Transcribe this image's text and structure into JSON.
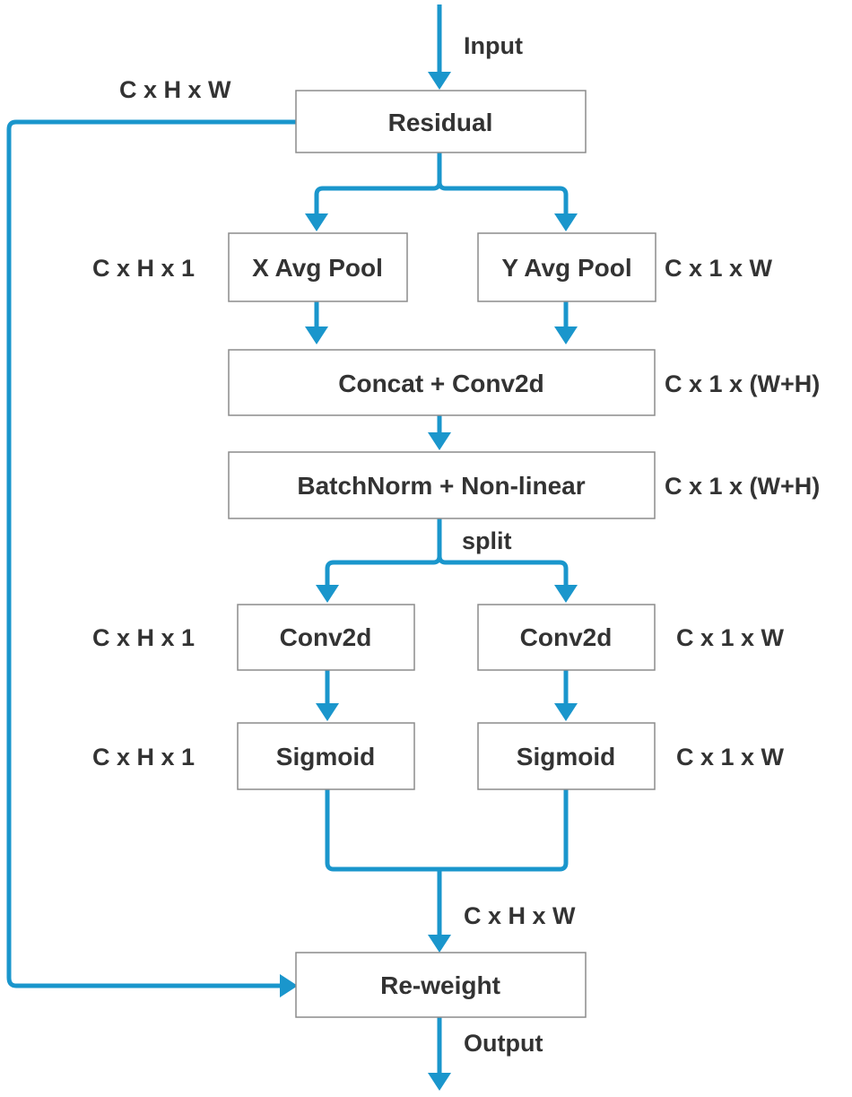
{
  "nodes": {
    "residual": "Residual",
    "x_avg_pool": "X Avg Pool",
    "y_avg_pool": "Y Avg Pool",
    "concat_conv": "Concat + Conv2d",
    "batchnorm": "BatchNorm + Non-linear",
    "conv_left": "Conv2d",
    "conv_right": "Conv2d",
    "sigmoid_left": "Sigmoid",
    "sigmoid_right": "Sigmoid",
    "reweight": "Re-weight"
  },
  "edge_labels": {
    "input": "Input",
    "split": "split",
    "output": "Output"
  },
  "dimensions": {
    "residual": "C x H x W",
    "x_pool": "C x H x 1",
    "y_pool": "C x 1 x W",
    "concat": "C x 1 x (W+H)",
    "batchnorm": "C x 1 x (W+H)",
    "conv_left": "C x H x 1",
    "conv_right": "C x 1 x W",
    "sigmoid_left": "C x H x 1",
    "sigmoid_right": "C x 1 x W",
    "merge": "C x H x W"
  },
  "colors": {
    "connector": "#1a96cc",
    "box_border": "#8c8c8c",
    "text": "#333333"
  }
}
